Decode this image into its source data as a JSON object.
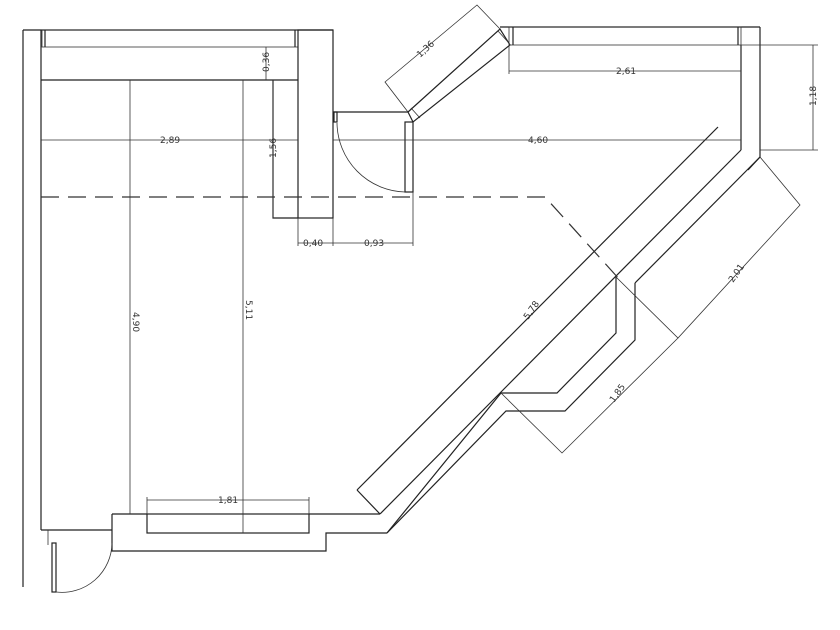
{
  "dimensions": {
    "top_left_width": "2,89",
    "top_offset": "0,36",
    "column_depth": "1,56",
    "column_width": "0,40",
    "door_width": "0,93",
    "angled_window": "1,36",
    "top_right_window": "2,61",
    "right_height": "1,18",
    "overall_width": "4,60",
    "left_height": "4,90",
    "center_height": "5,11",
    "bottom_window": "1,81",
    "diagonal_length": "5,78",
    "diagonal_depth": "2,01",
    "recess_depth": "1,85"
  },
  "colors": {
    "line": "#222222",
    "background": "#ffffff"
  }
}
